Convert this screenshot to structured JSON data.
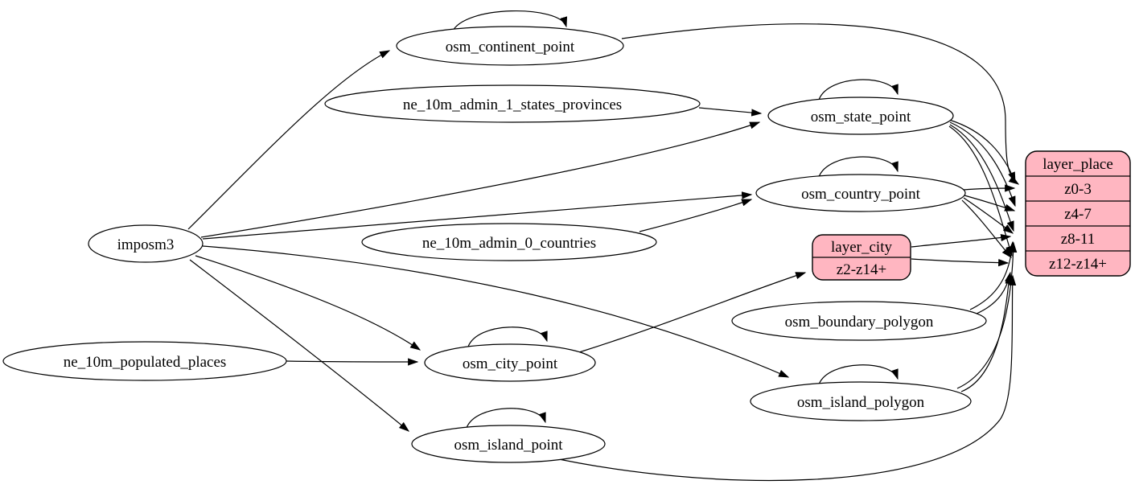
{
  "diagram": {
    "type": "etl-dataflow-graph",
    "background": "#ffffff",
    "node_fill": "#ffffff",
    "node_stroke": "#000000",
    "record_fill": "#ffb6c1",
    "edge_color": "#000000",
    "nodes": {
      "imposm3": {
        "label": "imposm3",
        "shape": "ellipse"
      },
      "osm_continent_point": {
        "label": "osm_continent_point",
        "shape": "ellipse"
      },
      "ne_10m_admin_1_states_provinces": {
        "label": "ne_10m_admin_1_states_provinces",
        "shape": "ellipse"
      },
      "osm_state_point": {
        "label": "osm_state_point",
        "shape": "ellipse"
      },
      "osm_country_point": {
        "label": "osm_country_point",
        "shape": "ellipse"
      },
      "ne_10m_admin_0_countries": {
        "label": "ne_10m_admin_0_countries",
        "shape": "ellipse"
      },
      "osm_boundary_polygon": {
        "label": "osm_boundary_polygon",
        "shape": "ellipse"
      },
      "osm_city_point": {
        "label": "osm_city_point",
        "shape": "ellipse"
      },
      "ne_10m_populated_places": {
        "label": "ne_10m_populated_places",
        "shape": "ellipse"
      },
      "osm_island_polygon": {
        "label": "osm_island_polygon",
        "shape": "ellipse"
      },
      "osm_island_point": {
        "label": "osm_island_point",
        "shape": "ellipse"
      }
    },
    "records": {
      "layer_city": {
        "title": "layer_city",
        "rows": [
          "z2-z14+"
        ],
        "fill": "#ffb6c1"
      },
      "layer_place": {
        "title": "layer_place",
        "rows": [
          "z0-3",
          "z4-7",
          "z8-11",
          "z12-z14+"
        ],
        "fill": "#ffb6c1"
      }
    },
    "edges": [
      {
        "from": "imposm3",
        "to": "osm_continent_point"
      },
      {
        "from": "imposm3",
        "to": "osm_state_point"
      },
      {
        "from": "imposm3",
        "to": "osm_country_point"
      },
      {
        "from": "imposm3",
        "to": "osm_city_point"
      },
      {
        "from": "imposm3",
        "to": "osm_island_point"
      },
      {
        "from": "imposm3",
        "to": "osm_island_polygon"
      },
      {
        "from": "ne_10m_admin_1_states_provinces",
        "to": "osm_state_point"
      },
      {
        "from": "ne_10m_admin_0_countries",
        "to": "osm_country_point"
      },
      {
        "from": "ne_10m_populated_places",
        "to": "osm_city_point"
      },
      {
        "from": "osm_continent_point",
        "to": "osm_continent_point"
      },
      {
        "from": "osm_state_point",
        "to": "osm_state_point"
      },
      {
        "from": "osm_country_point",
        "to": "osm_country_point"
      },
      {
        "from": "osm_city_point",
        "to": "osm_city_point"
      },
      {
        "from": "osm_island_point",
        "to": "osm_island_point"
      },
      {
        "from": "osm_island_polygon",
        "to": "osm_island_polygon"
      },
      {
        "from": "osm_continent_point",
        "to": "layer_place:z0-3"
      },
      {
        "from": "osm_state_point",
        "to": "layer_place:z0-3"
      },
      {
        "from": "osm_state_point",
        "to": "layer_place:z4-7"
      },
      {
        "from": "osm_state_point",
        "to": "layer_place:z8-11"
      },
      {
        "from": "osm_state_point",
        "to": "layer_place:z12-z14+"
      },
      {
        "from": "osm_country_point",
        "to": "layer_place:z0-3"
      },
      {
        "from": "osm_country_point",
        "to": "layer_place:z4-7"
      },
      {
        "from": "osm_country_point",
        "to": "layer_place:z8-11"
      },
      {
        "from": "osm_country_point",
        "to": "layer_place:z12-z14+"
      },
      {
        "from": "osm_city_point",
        "to": "layer_city:z2-z14+"
      },
      {
        "from": "layer_city",
        "to": "layer_place:z8-11"
      },
      {
        "from": "layer_city",
        "to": "layer_place:z12-z14+"
      },
      {
        "from": "osm_boundary_polygon",
        "to": "layer_place:z8-11"
      },
      {
        "from": "osm_boundary_polygon",
        "to": "layer_place:z12-z14+"
      },
      {
        "from": "osm_island_polygon",
        "to": "layer_place:z8-11"
      },
      {
        "from": "osm_island_polygon",
        "to": "layer_place:z12-z14+"
      },
      {
        "from": "osm_island_point",
        "to": "layer_place:z12-z14+"
      }
    ]
  }
}
